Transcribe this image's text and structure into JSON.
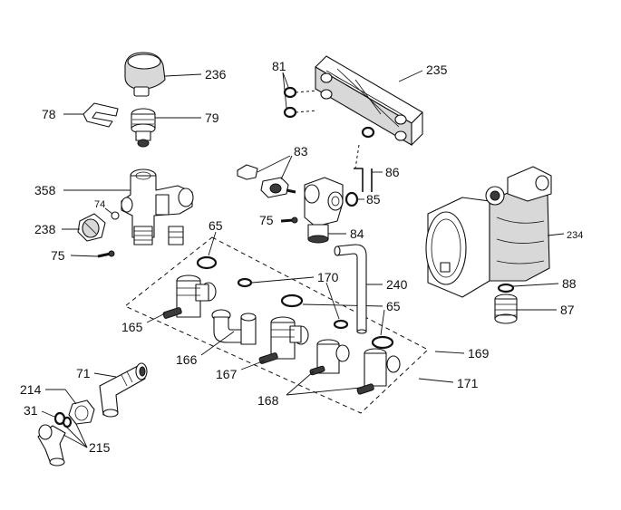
{
  "diagram": {
    "labels": {
      "p236": "236",
      "p78": "78",
      "p79": "79",
      "p81": "81",
      "p235": "235",
      "p83": "83",
      "p86": "86",
      "p358": "358",
      "p74": "74",
      "p85": "85",
      "p238": "238",
      "p75a": "75",
      "p75b": "75",
      "p84": "84",
      "p65a": "65",
      "p234": "234",
      "p170": "170",
      "p240": "240",
      "p88": "88",
      "p65b": "65",
      "p87": "87",
      "p165": "165",
      "p169": "169",
      "p166": "166",
      "p71": "71",
      "p167": "167",
      "p171": "171",
      "p214": "214",
      "p168": "168",
      "p31": "31",
      "p215": "215"
    }
  }
}
